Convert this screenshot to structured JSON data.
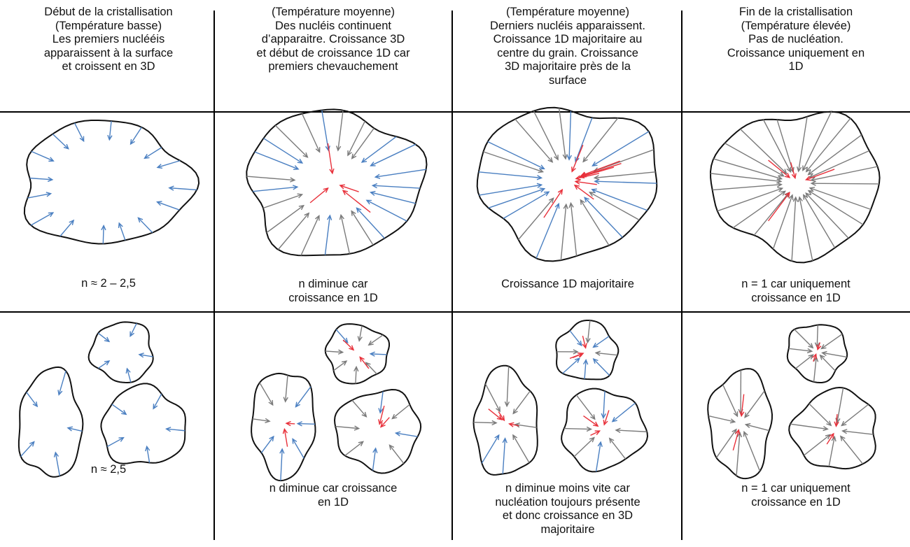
{
  "headers": [
    [
      "Début de la cristallisation",
      "(Température basse)",
      "Les premiers nuclééis",
      "apparaissent à la surface",
      "et croissent en 3D"
    ],
    [
      "(Température moyenne)",
      "Des nucléis continuent",
      "d’apparaitre. Croissance 3D",
      "et début de croissance 1D car",
      "premiers chevauchement"
    ],
    [
      "(Température moyenne)",
      "Derniers nucléis apparaissent.",
      "Croissance 1D majoritaire au",
      "centre du grain. Croissance",
      "3D majoritaire près de la",
      "surface"
    ],
    [
      "Fin de la cristallisation",
      "(Température élevée)",
      "Pas de nucléation.",
      "Croissance uniquement en",
      "1D"
    ]
  ],
  "row1_captions": [
    [
      "n ≈ 2 – 2,5"
    ],
    [
      "n diminue car",
      "croissance en 1D"
    ],
    [
      "Croissance 1D majoritaire"
    ],
    [
      "n = 1 car uniquement",
      "croissance en 1D"
    ]
  ],
  "row2_captions": [
    [
      "n ≈ 2,5"
    ],
    [
      "n diminue car croissance",
      "en 1D"
    ],
    [
      "n diminue moins vite car",
      "nucléation toujours présente",
      "et donc croissance en 3D",
      "majoritaire"
    ],
    [
      "n = 1 car uniquement",
      "croissance en 1D"
    ]
  ],
  "colors": {
    "outline": "#111111",
    "arrow_3d": "#4a7fc1",
    "arrow_1d": "#7a7a7a",
    "arrow_new": "#e8303a"
  }
}
